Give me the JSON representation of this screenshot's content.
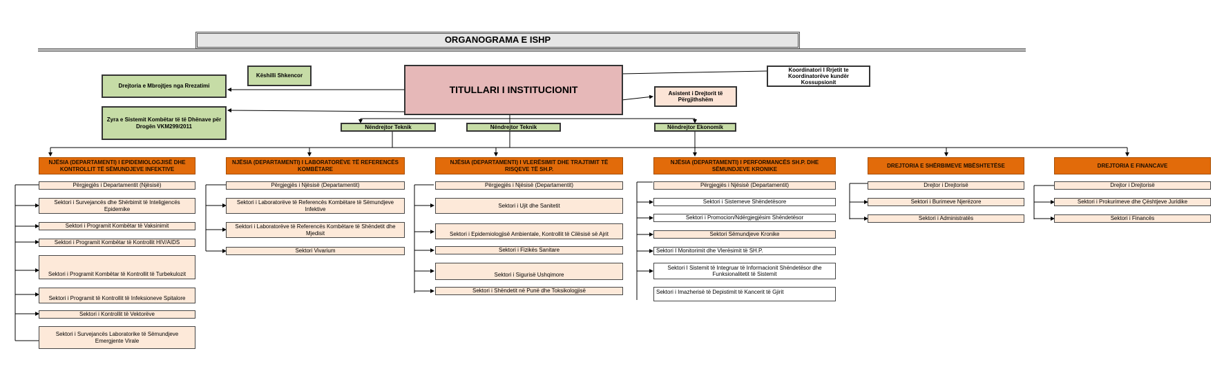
{
  "title": "ORGANOGRAMA E  ISHP",
  "head": "TITULLARI I INSTITUCIONIT",
  "council": "Këshilli Shkencor",
  "radiation": "Drejtoria e Mbrojtjes nga Rrezatimi",
  "data_office": "Zyra e Sistemit Kombëtar të të Dhënave për Drogën VKM299/2011",
  "coordinator": "Koordinatori I Rrjetit te Koordinatorëve kundër Kossupsionit",
  "assistant": "Asistent i Drejtorit të Përgjithshëm",
  "deputies": [
    "Nëndrejtor Teknik",
    "Nëndrejtor Teknik",
    "Nëndrejtor Ekonomik"
  ],
  "departments": [
    {
      "name": "NJËSIA (DEPARTAMENTI) I EPIDEMIOLOGJISË DHE KONTROLLIT TË SËMUNDJEVE INFEKTIVE",
      "sectors": [
        "Përgjegjës i Departamentit (Njësisë)",
        "Sektori i Survejancës dhe Shërbimit të Inteligjencës Epidemike",
        "Sektori i Programit Kombëtar të Vaksinimit",
        "Sektori i Programit Kombëtar të Kontrollit HIV/AIDS",
        "Sektori i Programit Kombëtar të Kontrollit të Turbekulozit",
        "Sektori i Programit të Kontrollit të Infeksioneve Spitalore",
        "Sektori i Kontrollit të Vektorëve",
        "Sektori i Survejancës Laboratorike të Sëmundjeve Emergjente Virale"
      ]
    },
    {
      "name": "NJËSIA (DEPARTAMENTI) I LABORATORËVE TË REFERENCËS KOMBËTARE",
      "sectors": [
        "Përgjegjës i Njësisë (Departamentit)",
        "Sektori i Laboratorëve të Referencës Kombëtare të Sëmundjeve Infektive",
        "Sektori i Laboratorëve të Referencës Kombëtare të Shëndetit dhe Mjedisit",
        "Sektori Vivarium"
      ]
    },
    {
      "name": "NJËSIA (DEPARTAMENTI) I VLERËSIMIT DHE TRAJTIMIT TË RISQEVE TË SH.P.",
      "sectors": [
        "Përgjegjës i Njësisë (Departamentit)",
        "Sektori i Ujit dhe Sanitetit",
        "Sektori i Epidemiologjisë Ambientale, Kontrollit të Cilësisë së Ajrit",
        "Sektori i Fizikës Sanitare",
        "Sektori i Sigurisë Ushqimore",
        "Sektori i Shëndetit në Punë dhe Toksikologjisë"
      ]
    },
    {
      "name": "NJËSIA (DEPARTAMENTI) I PERFORMANCËS SH.P. DHE SËMUNDJEVE KRONIKE",
      "sectors": [
        "Përgjegjës i Njësisë (Departamentit)",
        "Sektori i Sistemeve Shëndetësore",
        "Sektori i Promocion/Ndërgjegjësim Shëndetësor",
        "Sektori Sëmundjeve Kronike",
        "Sektori I Monitorimit dhe Vlerësimit të SH.P.",
        "Sektori I Sistemit të Integruar të Informacionit Shëndetësor dhe Funksionalitetit të Sistemit",
        "Sektori i Imazherisë të Depistimit të Kancerit të Gjirit"
      ]
    },
    {
      "name": "DREJTORIA E SHËRBIMEVE MBËSHTETËSE",
      "sectors": [
        "Drejtor i Drejtorisë",
        "Sektori i Burimeve Njerëzore",
        "Sektori i Administratës"
      ]
    },
    {
      "name": "DREJTORIA E FINANCAVE",
      "sectors": [
        "Drejtor i Drejtorisë",
        "Sektori i Prokurimeve dhe Çështjeve Juridike",
        "Sektori i Financës"
      ]
    }
  ]
}
